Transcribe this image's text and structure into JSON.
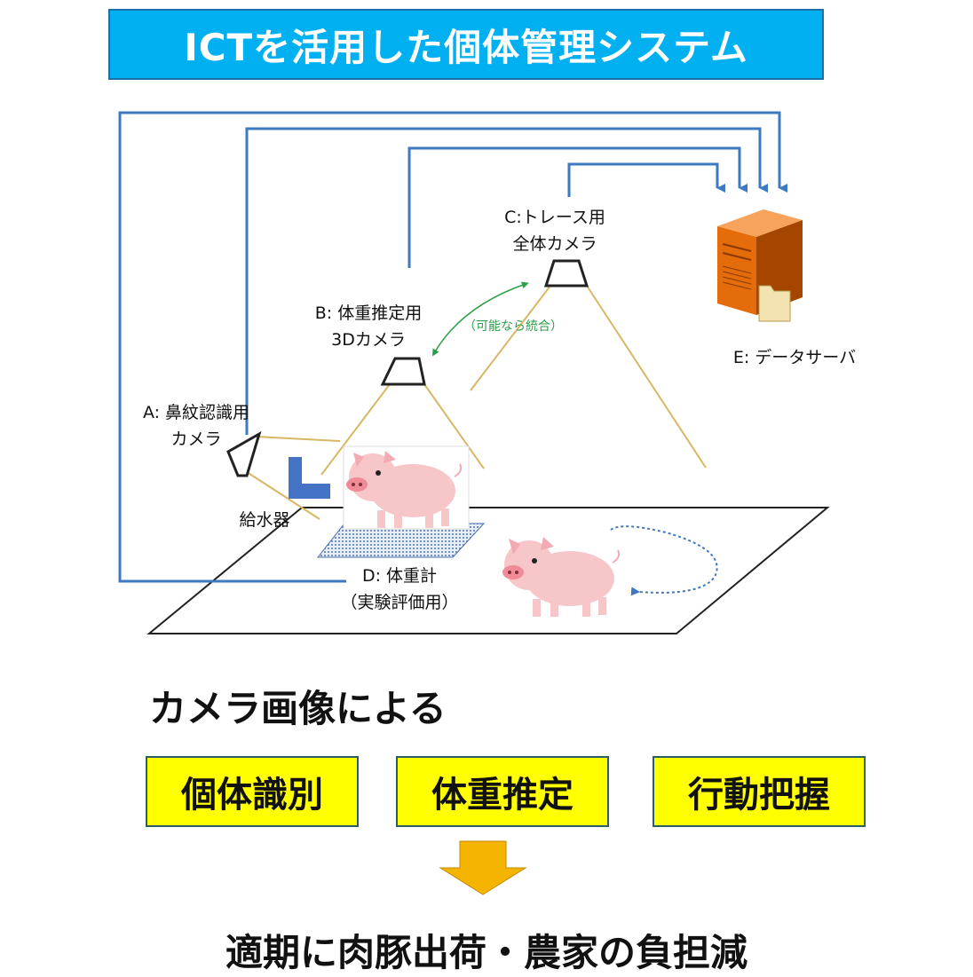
{
  "title": "ICTを活用した個体管理システム",
  "labels": {
    "camera_a": [
      "A: 鼻紋認識用",
      "カメラ"
    ],
    "camera_b": [
      "B: 体重推定用",
      "3Dカメラ"
    ],
    "camera_c": [
      "C:トレース用",
      "全体カメラ"
    ],
    "server": "E: データサーバ",
    "integration_note": "（可能なら統合）",
    "waterer": "給水器",
    "scale": [
      "D: 体重計",
      "（実験評価用）"
    ]
  },
  "subheading": "カメラ画像による",
  "functions": [
    "個体識別",
    "体重推定",
    "行動把握"
  ],
  "conclusion": "適期に肉豚出荷・農家の負担減",
  "colors": {
    "banner": "#00b0f0",
    "connector": "#3d7ac2",
    "view_line": "#d8b765",
    "integration": "#2e9e4a",
    "function_box": "#ffff00",
    "down_arrow": "#f5b400",
    "server_body": "#e46c0a"
  }
}
